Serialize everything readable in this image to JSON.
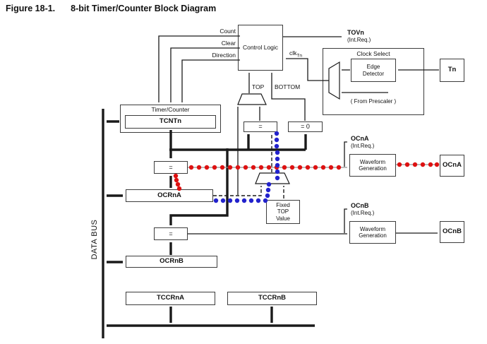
{
  "figure": {
    "label": "Figure 18-1.",
    "title": "8-bit Timer/Counter Block Diagram"
  },
  "blocks": {
    "control_logic": "Control Logic",
    "timer_counter": "Timer/Counter",
    "tcntn": "TCNTn",
    "eq_top": "=",
    "eq_zero": "= 0",
    "eq_ocrna": "=",
    "eq_ocrnb": "=",
    "ocrna": "OCRnA",
    "ocrnb": "OCRnB",
    "tccrna": "TCCRnA",
    "tccrnb": "TCCRnB",
    "fixed_top_value": "Fixed TOP Value",
    "waveform_generation_a": "Waveform Generation",
    "waveform_generation_b": "Waveform Generation",
    "ocna_pin": "OCnA",
    "ocnb_pin": "OCnB",
    "tn_pin": "Tn"
  },
  "clock_select": {
    "title": "Clock Select",
    "edge_detector": "Edge Detector",
    "from_prescaler": "( From Prescaler )"
  },
  "signals": {
    "count": "Count",
    "clear": "Clear",
    "direction": "Direction",
    "top": "TOP",
    "bottom": "BOTTOM",
    "clk_prefix": "clk",
    "clk_subscript": "Tn",
    "data_bus": "DATA BUS"
  },
  "interrupts": {
    "tovn": {
      "name": "TOVn",
      "note": "(Int.Req.)"
    },
    "ocna": {
      "name": "OCnA",
      "note": "(Int.Req.)"
    },
    "ocnb": {
      "name": "OCnB",
      "note": "(Int.Req.)"
    }
  },
  "colors": {
    "ocna_path_dots": "#dd1111",
    "ocrna_top_path_dots": "#2222cc",
    "line": "#1a1a1a"
  }
}
